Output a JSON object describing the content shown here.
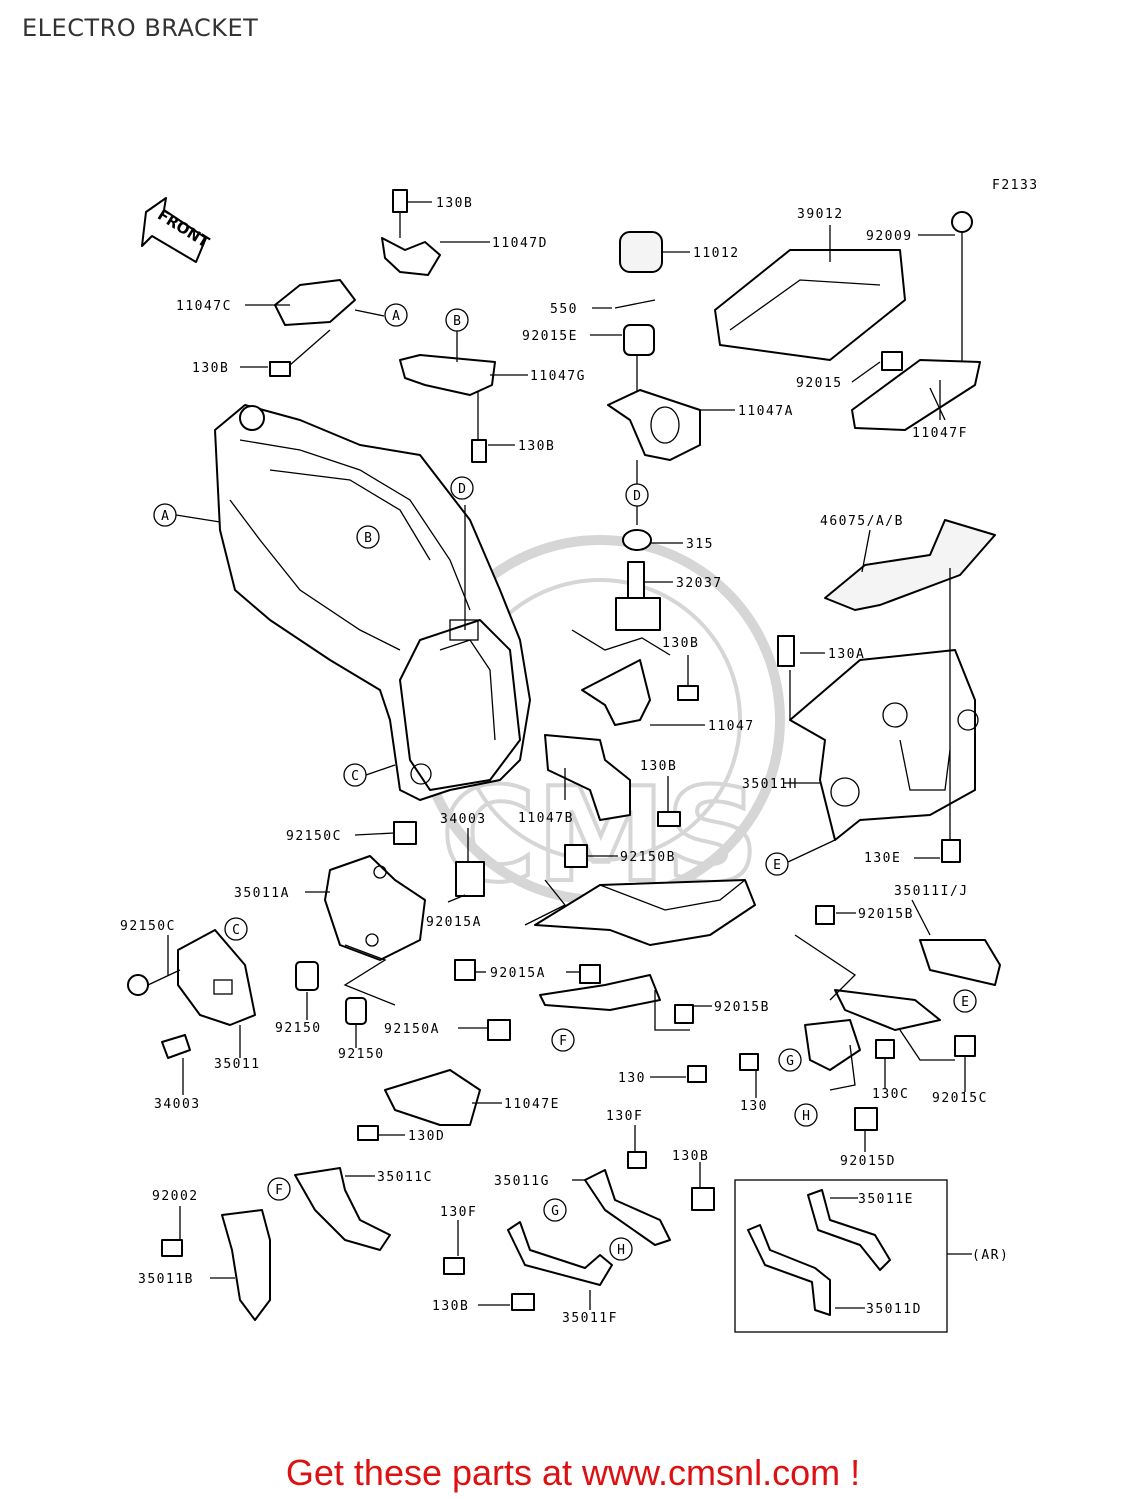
{
  "title": "ELECTRO BRACKET",
  "figure_code": "F2133",
  "front_label": "FRONT",
  "promo_text": "Get these parts at www.cmsnl.com !",
  "watermark": "CMS",
  "brand_color": "#dd1111",
  "part_labels": {
    "p130B_top": "130B",
    "p11047D": "11047D",
    "p11047C": "11047C",
    "p130B_c": "130B",
    "p11012": "11012",
    "p550": "550",
    "p92015E": "92015E",
    "p11047G": "11047G",
    "p130B_g": "130B",
    "p39012": "39012",
    "p92009": "92009",
    "p92015": "92015",
    "p11047F": "11047F",
    "p11047A": "11047A",
    "p315": "315",
    "p32037": "32037",
    "p46075": "46075/A/B",
    "p130B_mid": "130B",
    "p130A": "130A",
    "p11047": "11047",
    "p130B_b": "130B",
    "p11047B": "11047B",
    "p35011H": "35011H",
    "p130E": "130E",
    "p92150C_top": "92150C",
    "p34003_top": "34003",
    "p92150B": "92150B",
    "p35011A": "35011A",
    "p92015A_top": "92015A",
    "p35011IJ": "35011I/J",
    "p92015B_top": "92015B",
    "p92150C_left": "92150C",
    "p92015A_mid": "92015A",
    "p92015B_mid": "92015B",
    "p92150": "92150",
    "p92150_b": "92150",
    "p35011": "35011",
    "p92150A": "92150A",
    "p34003_bot": "34003",
    "p130": "130",
    "p130_b": "130",
    "p130C": "130C",
    "p92015C": "92015C",
    "p11047E": "11047E",
    "p130D": "130D",
    "p92015D": "92015D",
    "p130F_top": "130F",
    "p130B_r": "130B",
    "p35011G": "35011G",
    "p35011C": "35011C",
    "p92002": "92002",
    "p35011B": "35011B",
    "p130F": "130F",
    "p130B_low": "130B",
    "p35011F": "35011F",
    "p35011E": "35011E",
    "p35011D": "35011D",
    "pAR": "(AR)"
  },
  "callouts": {
    "A": "A",
    "B": "B",
    "C": "C",
    "D": "D",
    "E": "E",
    "F": "F",
    "G": "G",
    "H": "H"
  }
}
